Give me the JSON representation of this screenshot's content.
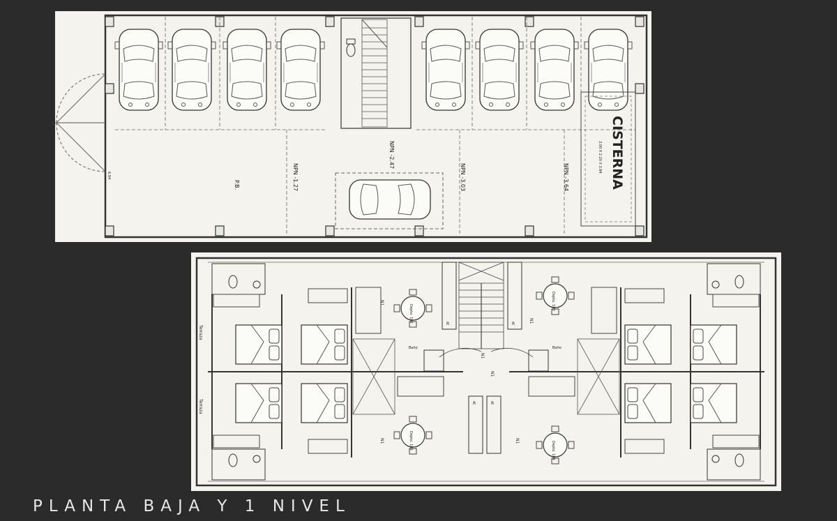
{
  "caption": "PLANTA BAJA Y 1 NIVEL",
  "ground_floor": {
    "cistern_label": "CISTERNA",
    "cistern_dims": "3.00 X 2.20 X 3.84",
    "front_dim": "6.94",
    "access_label": "P.B.",
    "levels": [
      "NPN -1.27",
      "NPN -2.47",
      "NPN -3.03",
      "NPN -3.64"
    ]
  },
  "level_one": {
    "terrace_labels": [
      "Terraza",
      "Terraza"
    ],
    "level_marks": [
      "N1",
      "N1",
      "N1",
      "N1",
      "N1",
      "N1"
    ],
    "dept_labels": [
      "Depto. 102",
      "Depto. 103",
      "Depto. 101",
      "Depto. 104"
    ],
    "bath_labels": [
      "Baño",
      "Baño"
    ],
    "shaft_marks": [
      "R",
      "R",
      "R",
      "R"
    ]
  },
  "colors": {
    "background": "#2b2b2c",
    "paper": "#f4f3ee",
    "ink": "#2a2a2a"
  }
}
